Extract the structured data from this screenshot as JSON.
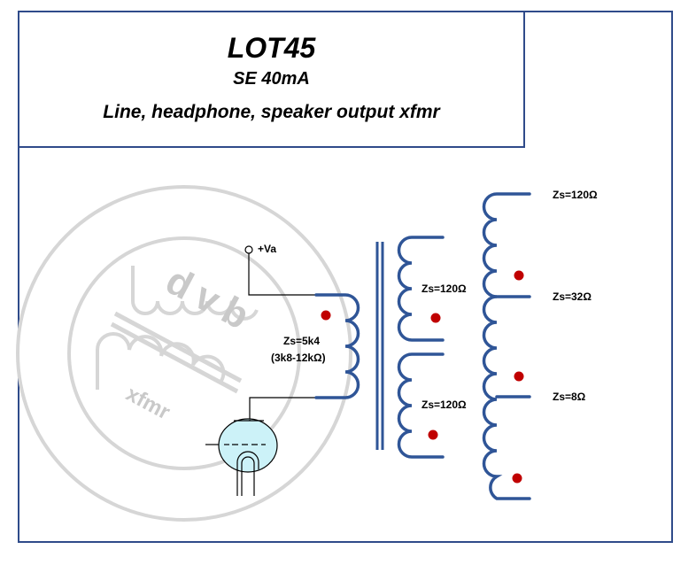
{
  "title": {
    "model": "LOT45",
    "spec": "SE 40mA",
    "description": "Line, headphone, speaker output xfmr"
  },
  "watermark": {
    "logo_letters": "dvb",
    "logo_subtext": "xfmr"
  },
  "labels": {
    "supply": "+Va",
    "primary_impedance": "Zs=5k4",
    "primary_range": "(3k8-12kΩ)",
    "sec_a_upper": "Zs=120Ω",
    "sec_a_lower": "Zs=120Ω",
    "sec_b_top": "Zs=120Ω",
    "sec_b_mid": "Zs=32Ω",
    "sec_b_low": "Zs=8Ω"
  },
  "colors": {
    "frame": "#2f4b8a",
    "winding": "#2f5597",
    "dot": "#c00000",
    "tube_fill": "#ccf2f8",
    "watermark": "#c9c9c9"
  }
}
